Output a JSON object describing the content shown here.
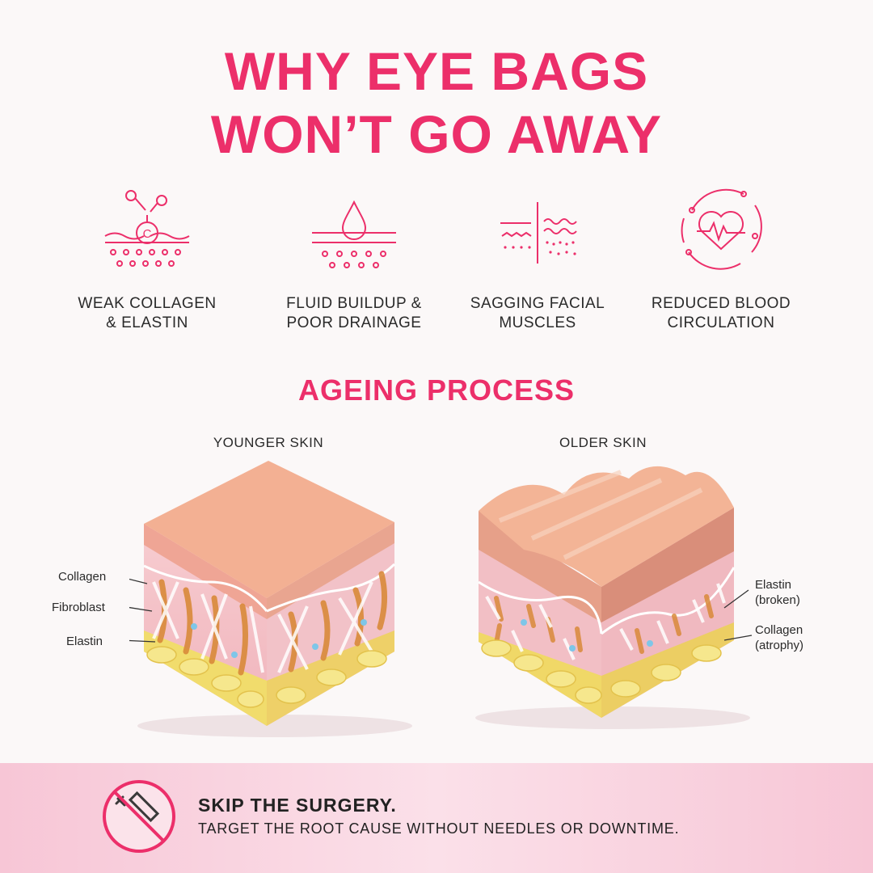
{
  "title": {
    "line1": "WHY EYE BAGS",
    "line2": "WON’T GO AWAY"
  },
  "features": [
    {
      "icon": "collagen-molecule-icon",
      "line1": "WEAK COLLAGEN",
      "line2": "& ELASTIN",
      "icon_letter": "C"
    },
    {
      "icon": "fluid-drop-icon",
      "line1": "FLUID BUILDUP &",
      "line2": "POOR DRAINAGE"
    },
    {
      "icon": "sagging-muscle-icon",
      "line1": "SAGGING FACIAL",
      "line2": "MUSCLES"
    },
    {
      "icon": "heart-pulse-icon",
      "line1": "REDUCED BLOOD",
      "line2": "CIRCULATION"
    }
  ],
  "section_title": "AGEING PROCESS",
  "younger": {
    "label": "YOUNGER SKIN",
    "annotations": {
      "collagen": "Collagen",
      "fibroblast": "Fibroblast",
      "elastin": "Elastin"
    }
  },
  "older": {
    "label": "OLDER SKIN",
    "annotations": {
      "elastin": "Elastin",
      "elastin_note": "(broken)",
      "collagen": "Collagen",
      "collagen_note": "(atrophy)"
    }
  },
  "banner": {
    "headline": "SKIP THE SURGERY.",
    "subline": "TARGET THE ROOT CAUSE WITHOUT NEEDLES OR DOWNTIME.",
    "icon": "no-syringe-icon"
  },
  "colors": {
    "accent": "#ec2f6a",
    "skin_top": "#f0a98e",
    "dermis": "#f4bfc4",
    "fat": "#f1dc6c"
  }
}
